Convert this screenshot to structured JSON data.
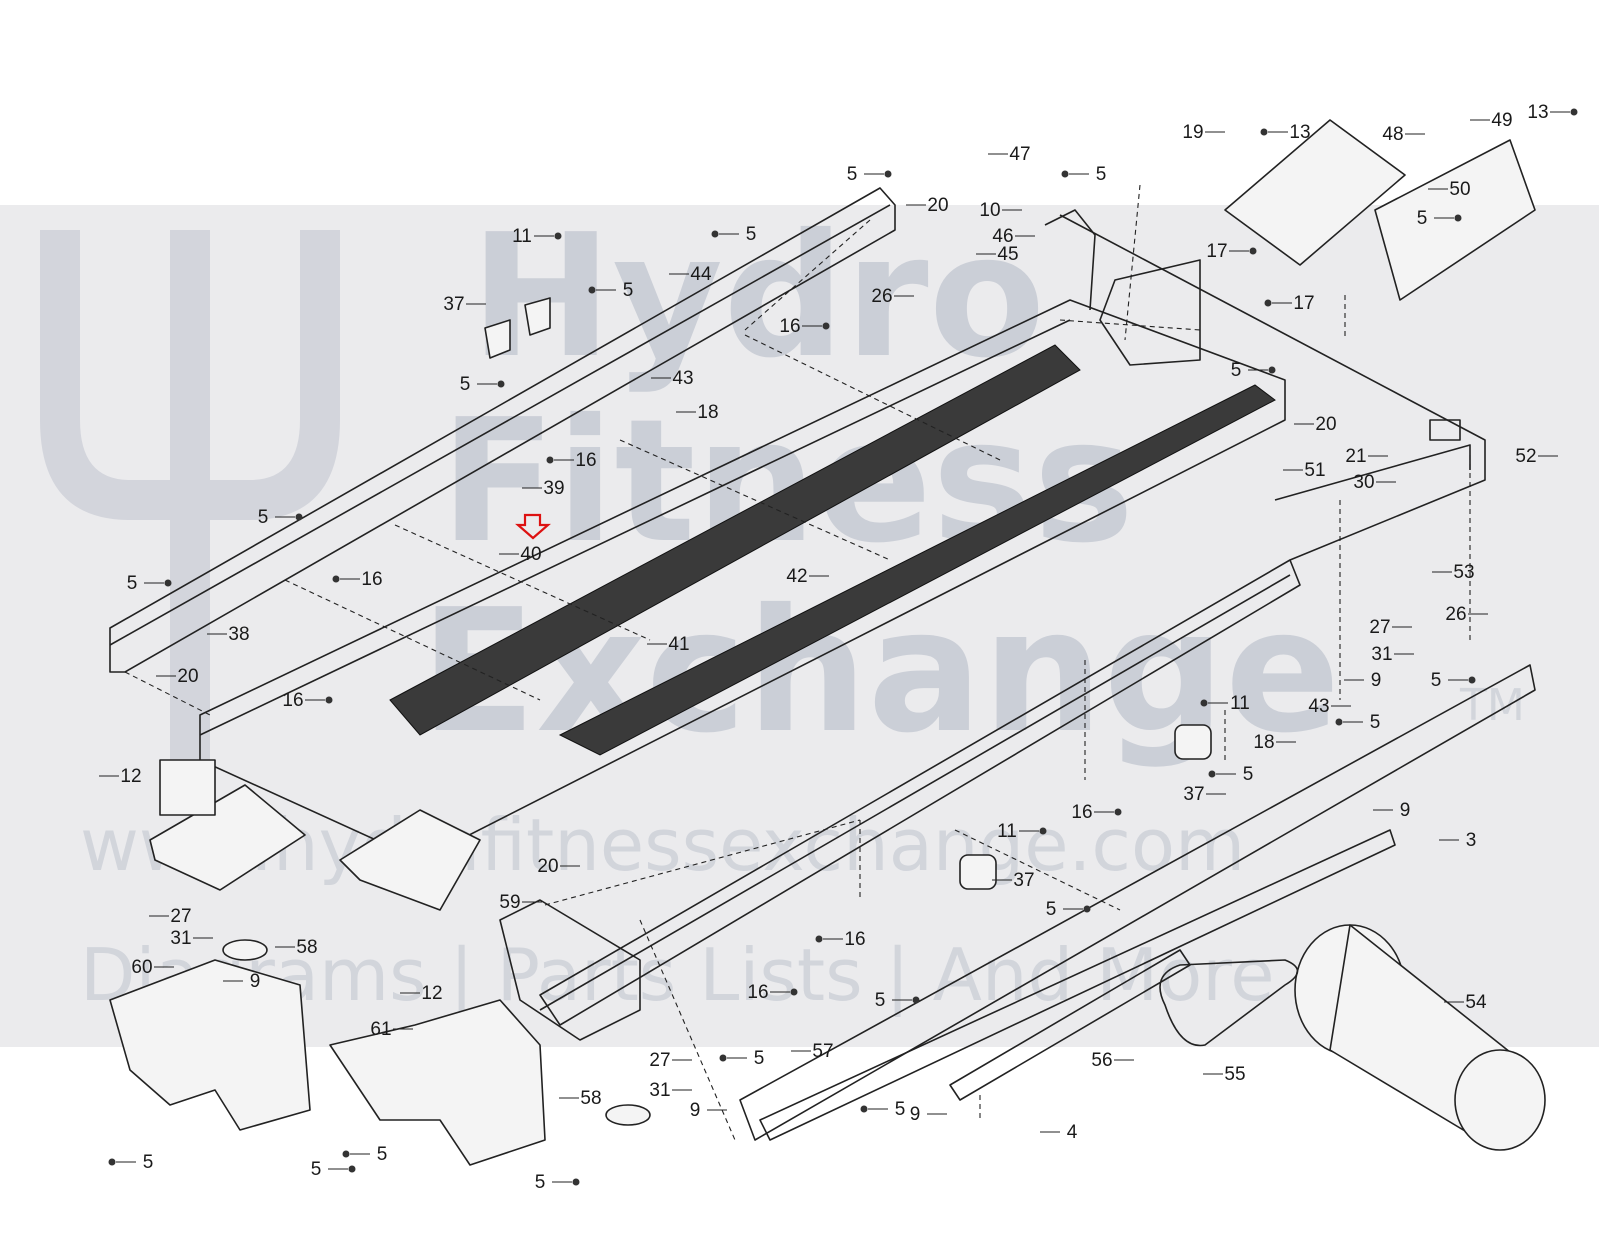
{
  "watermark": {
    "line1": "Hydro",
    "line2": "Fitness",
    "line3": "Exchange",
    "trademark": "TM",
    "url": "www.hydrafitnessexchange.com",
    "tagline": "Diagrams | Parts Lists | And More"
  },
  "indicator": {
    "color": "#dd1111"
  },
  "callouts": [
    {
      "id": "c5a",
      "text": "5"
    },
    {
      "id": "c47",
      "text": "47"
    },
    {
      "id": "c19",
      "text": "19"
    },
    {
      "id": "c13a",
      "text": "13"
    },
    {
      "id": "c48",
      "text": "48"
    },
    {
      "id": "c49",
      "text": "49"
    },
    {
      "id": "c13b",
      "text": "13"
    },
    {
      "id": "c50",
      "text": "50"
    },
    {
      "id": "c5b",
      "text": "5"
    },
    {
      "id": "c20a",
      "text": "20"
    },
    {
      "id": "c10",
      "text": "10"
    },
    {
      "id": "c5c",
      "text": "5"
    },
    {
      "id": "c46",
      "text": "46"
    },
    {
      "id": "c45",
      "text": "45"
    },
    {
      "id": "c17a",
      "text": "17"
    },
    {
      "id": "c5d",
      "text": "5"
    },
    {
      "id": "c11a",
      "text": "11"
    },
    {
      "id": "c44",
      "text": "44"
    },
    {
      "id": "c37a",
      "text": "37"
    },
    {
      "id": "c5e",
      "text": "5"
    },
    {
      "id": "c26a",
      "text": "26"
    },
    {
      "id": "c17b",
      "text": "17"
    },
    {
      "id": "c16a",
      "text": "16"
    },
    {
      "id": "c43a",
      "text": "43"
    },
    {
      "id": "c5f",
      "text": "5"
    },
    {
      "id": "c18a",
      "text": "18"
    },
    {
      "id": "c5g",
      "text": "5"
    },
    {
      "id": "c20b",
      "text": "20"
    },
    {
      "id": "c52",
      "text": "52"
    },
    {
      "id": "c16b",
      "text": "16"
    },
    {
      "id": "c21",
      "text": "21"
    },
    {
      "id": "c51",
      "text": "51"
    },
    {
      "id": "c30",
      "text": "30"
    },
    {
      "id": "c39",
      "text": "39"
    },
    {
      "id": "c5h",
      "text": "5"
    },
    {
      "id": "c40",
      "text": "40"
    },
    {
      "id": "c5i",
      "text": "5"
    },
    {
      "id": "c16c",
      "text": "16"
    },
    {
      "id": "c42",
      "text": "42"
    },
    {
      "id": "c53",
      "text": "53"
    },
    {
      "id": "c26b",
      "text": "26"
    },
    {
      "id": "c38",
      "text": "38"
    },
    {
      "id": "c27a",
      "text": "27"
    },
    {
      "id": "c41",
      "text": "41"
    },
    {
      "id": "c31a",
      "text": "31"
    },
    {
      "id": "c20c",
      "text": "20"
    },
    {
      "id": "c16d",
      "text": "16"
    },
    {
      "id": "c9a",
      "text": "9"
    },
    {
      "id": "c5j",
      "text": "5"
    },
    {
      "id": "c11b",
      "text": "11"
    },
    {
      "id": "c43b",
      "text": "43"
    },
    {
      "id": "c5k",
      "text": "5"
    },
    {
      "id": "c18b",
      "text": "18"
    },
    {
      "id": "c12a",
      "text": "12"
    },
    {
      "id": "c37b",
      "text": "37"
    },
    {
      "id": "c5l",
      "text": "5"
    },
    {
      "id": "c16e",
      "text": "16"
    },
    {
      "id": "c9b",
      "text": "9"
    },
    {
      "id": "c11c",
      "text": "11"
    },
    {
      "id": "c3",
      "text": "3"
    },
    {
      "id": "c20d",
      "text": "20"
    },
    {
      "id": "c37c",
      "text": "37"
    },
    {
      "id": "c5m",
      "text": "5"
    },
    {
      "id": "c27b",
      "text": "27"
    },
    {
      "id": "c59",
      "text": "59"
    },
    {
      "id": "c16f",
      "text": "16"
    },
    {
      "id": "c31b",
      "text": "31"
    },
    {
      "id": "c58a",
      "text": "58"
    },
    {
      "id": "c60",
      "text": "60"
    },
    {
      "id": "c9c",
      "text": "9"
    },
    {
      "id": "c16g",
      "text": "16"
    },
    {
      "id": "c12b",
      "text": "12"
    },
    {
      "id": "c5n",
      "text": "5"
    },
    {
      "id": "c54",
      "text": "54"
    },
    {
      "id": "c61",
      "text": "61"
    },
    {
      "id": "c57",
      "text": "57"
    },
    {
      "id": "c27c",
      "text": "27"
    },
    {
      "id": "c5o",
      "text": "5"
    },
    {
      "id": "c56",
      "text": "56"
    },
    {
      "id": "c55",
      "text": "55"
    },
    {
      "id": "c31c",
      "text": "31"
    },
    {
      "id": "c58b",
      "text": "58"
    },
    {
      "id": "c9d",
      "text": "9"
    },
    {
      "id": "c4",
      "text": "4"
    },
    {
      "id": "c9e",
      "text": "9"
    },
    {
      "id": "c5p",
      "text": "5"
    },
    {
      "id": "c5q",
      "text": "5"
    },
    {
      "id": "c5r",
      "text": "5"
    },
    {
      "id": "c5s",
      "text": "5"
    },
    {
      "id": "c5t",
      "text": "5"
    }
  ]
}
